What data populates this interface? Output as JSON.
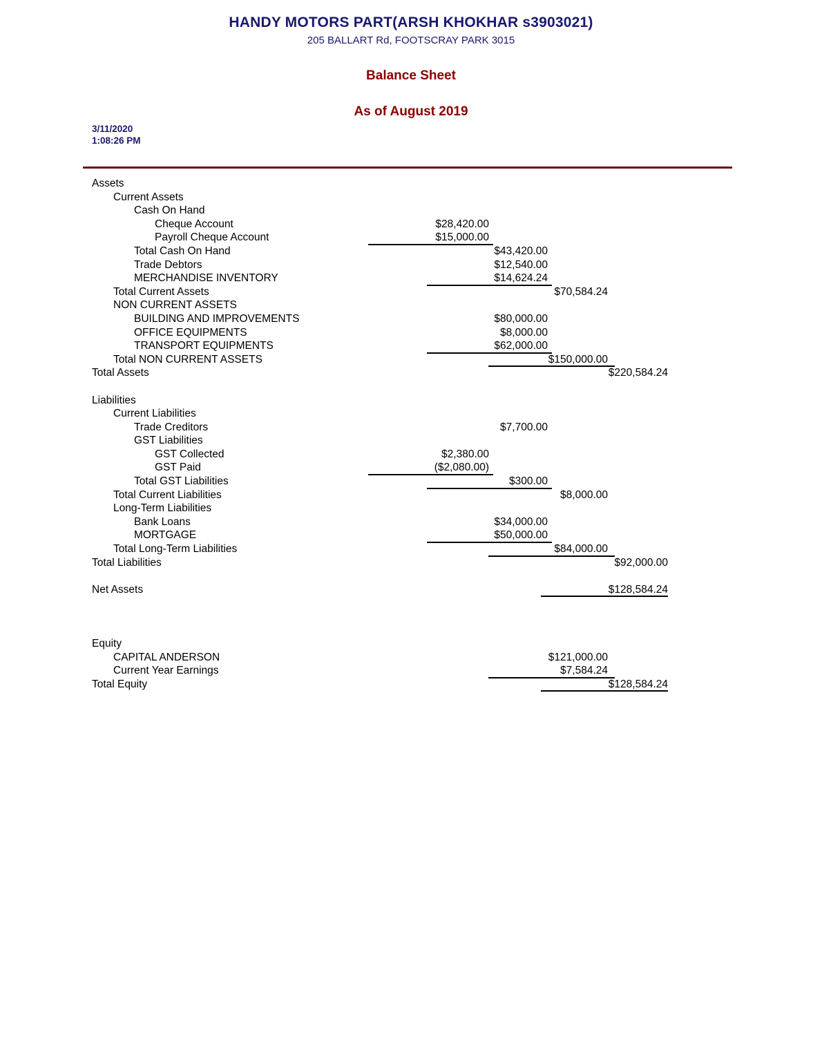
{
  "header": {
    "company_name": "HANDY MOTORS PART(ARSH KHOKHAR s3903021)",
    "company_address": "205 BALLART Rd, FOOTSCRAY PARK 3015",
    "report_title": "Balance Sheet",
    "report_period": "As of August 2019",
    "print_date": "3/11/2020",
    "print_time": "1:08:26 PM"
  },
  "colors": {
    "company": "#191970",
    "title": "#8B0000",
    "divider": "#6b0a16"
  },
  "sections": {
    "assets": {
      "heading": "Assets",
      "current_assets_heading": "Current Assets",
      "cash_on_hand_heading": "Cash On Hand",
      "cheque_account_label": "Cheque Account",
      "cheque_account_value": "$28,420.00",
      "payroll_cheque_label": "Payroll Cheque Account",
      "payroll_cheque_value": "$15,000.00",
      "total_cash_label": "Total Cash On Hand",
      "total_cash_value": "$43,420.00",
      "trade_debtors_label": "Trade Debtors",
      "trade_debtors_value": "$12,540.00",
      "merchandise_inventory_label": "MERCHANDISE INVENTORY",
      "merchandise_inventory_value": "$14,624.24",
      "total_current_assets_label": "Total Current Assets",
      "total_current_assets_value": "$70,584.24",
      "non_current_heading": "NON CURRENT ASSETS",
      "building_label": "BUILDING AND IMPROVEMENTS",
      "building_value": "$80,000.00",
      "office_equipments_label": "OFFICE EQUIPMENTS",
      "office_equipments_value": "$8,000.00",
      "transport_equipments_label": "TRANSPORT EQUIPMENTS",
      "transport_equipments_value": "$62,000.00",
      "total_non_current_label": "Total NON CURRENT ASSETS",
      "total_non_current_value": "$150,000.00",
      "total_assets_label": "Total Assets",
      "total_assets_value": "$220,584.24"
    },
    "liabilities": {
      "heading": "Liabilities",
      "current_liabilities_heading": "Current Liabilities",
      "trade_creditors_label": "Trade Creditors",
      "trade_creditors_value": "$7,700.00",
      "gst_liabilities_heading": "GST Liabilities",
      "gst_collected_label": "GST Collected",
      "gst_collected_value": "$2,380.00",
      "gst_paid_label": "GST Paid",
      "gst_paid_value": "($2,080.00)",
      "total_gst_label": "Total GST Liabilities",
      "total_gst_value": "$300.00",
      "total_current_liabilities_label": "Total Current Liabilities",
      "total_current_liabilities_value": "$8,000.00",
      "long_term_heading": "Long-Term Liabilities",
      "bank_loans_label": "Bank Loans",
      "bank_loans_value": "$34,000.00",
      "mortgage_label": "MORTGAGE",
      "mortgage_value": "$50,000.00",
      "total_long_term_label": "Total Long-Term Liabilities",
      "total_long_term_value": "$84,000.00",
      "total_liabilities_label": "Total Liabilities",
      "total_liabilities_value": "$92,000.00"
    },
    "net_assets": {
      "label": "Net Assets",
      "value": "$128,584.24"
    },
    "equity": {
      "heading": "Equity",
      "capital_anderson_label": "CAPITAL ANDERSON",
      "capital_anderson_value": "$121,000.00",
      "current_year_earnings_label": "Current Year Earnings",
      "current_year_earnings_value": "$7,584.24",
      "total_equity_label": "Total Equity",
      "total_equity_value": "$128,584.24"
    }
  }
}
